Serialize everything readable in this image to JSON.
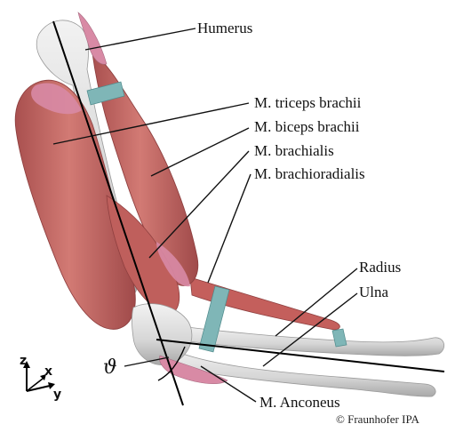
{
  "labels": {
    "humerus": "Humerus",
    "triceps": "M. triceps brachii",
    "biceps": "M. biceps brachii",
    "brachialis": "M. brachialis",
    "brachioradialis": "M. brachioradialis",
    "radius": "Radius",
    "ulna": "Ulna",
    "anconeus": "M. Anconeus"
  },
  "angle_symbol": "ϑ",
  "axes": {
    "z": "z",
    "x": "x",
    "y": "y"
  },
  "copyright": "© Fraunhofer IPA",
  "colors": {
    "muscle": "#c96a66",
    "muscle_dark": "#9c4a4a",
    "muscle_pink": "#d88aa5",
    "bone": "#dcdcdc",
    "bone_shade": "#b8b8b8",
    "band": "#7fb6b7"
  }
}
